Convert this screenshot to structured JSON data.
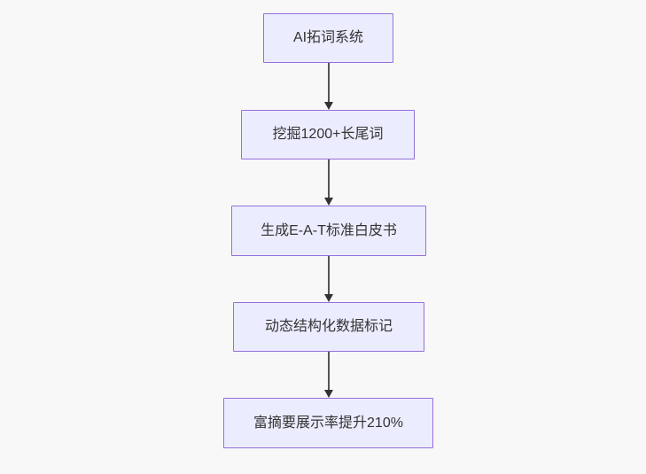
{
  "diagram": {
    "type": "flowchart",
    "direction": "top-down",
    "nodes": [
      {
        "id": "step-1",
        "label": "AI拓词系统"
      },
      {
        "id": "step-2",
        "label": "挖掘1200+长尾词"
      },
      {
        "id": "step-3",
        "label": "生成E-A-T标准白皮书"
      },
      {
        "id": "step-4",
        "label": "动态结构化数据标记"
      },
      {
        "id": "step-5",
        "label": "富摘要展示率提升210%"
      }
    ],
    "edges": [
      {
        "from": "step-1",
        "to": "step-2"
      },
      {
        "from": "step-2",
        "to": "step-3"
      },
      {
        "from": "step-3",
        "to": "step-4"
      },
      {
        "from": "step-4",
        "to": "step-5"
      }
    ],
    "colors": {
      "background": "#f8f8f8",
      "node_fill": "#ECECFF",
      "node_border": "#9370DB",
      "text": "#333333",
      "edge": "#555555",
      "arrow": "#333333"
    }
  }
}
